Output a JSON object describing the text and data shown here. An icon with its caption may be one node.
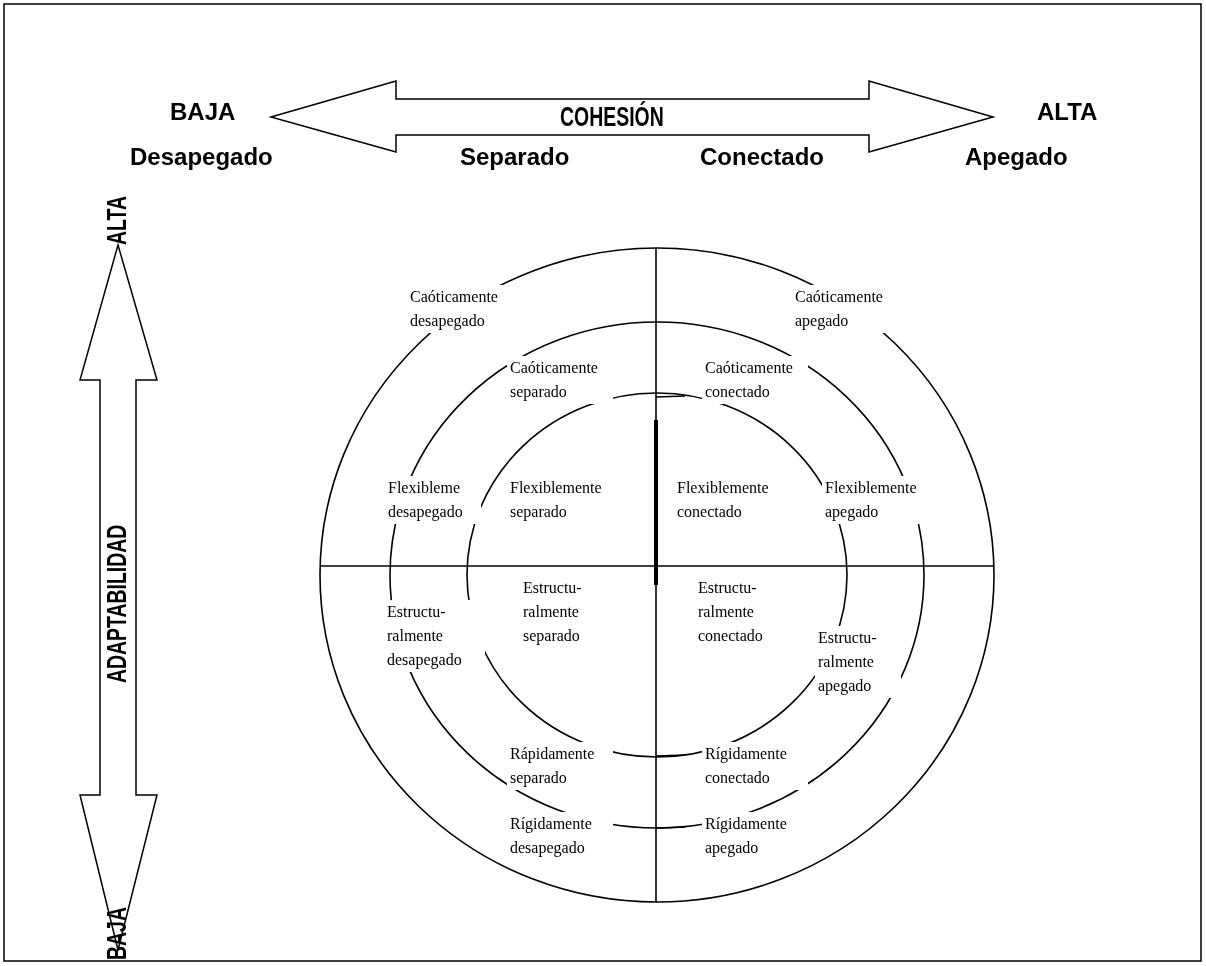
{
  "diagram": {
    "labels": [
      "BAJA",
      "COHESIÓN",
      "ALTA",
      "Desapegado",
      "Separado",
      "Conectado",
      "Apegado",
      "ALTA",
      "ADAPTABILIDAD",
      "BAJA",
      "Caóticamente desapegado",
      "Caóticamente apegado",
      "Caóticamente separado",
      "Caóticamente conectado",
      "Flexibleme desapegado",
      "Flexiblemente separado",
      "Flexiblemente conectado",
      "Flexiblemente apegado",
      "Estructu- ralmente desapegado",
      "Estructu- ralmente separado",
      "Estructu- ralmente conectado",
      "Estructu- ralmente apegado",
      "Rápidamente separado",
      "Rígidamente conectado",
      "Rígidamente desapegado",
      "Rígidamente apegado"
    ]
  }
}
